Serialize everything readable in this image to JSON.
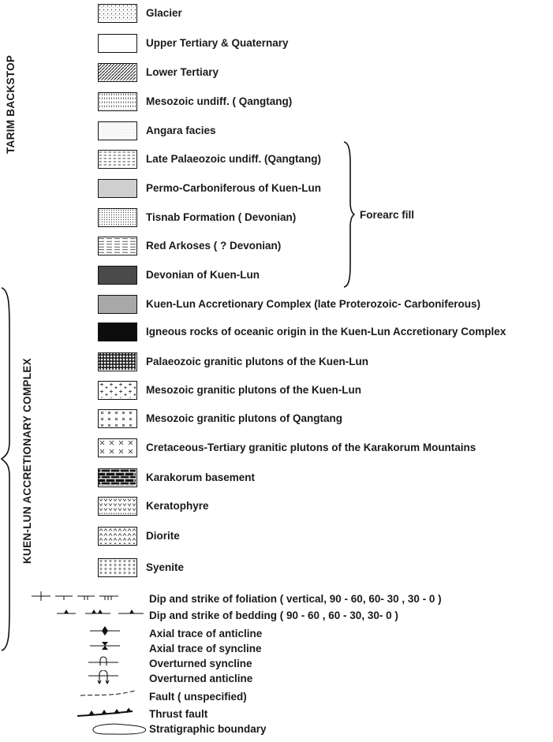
{
  "groups": {
    "tarim": "TARIM BACKSTOP",
    "kuen_lun": "KUEN-LUN ACCRETIONARY COMPLEX",
    "forearc": "Forearc fill"
  },
  "units": [
    {
      "label": "Glacier",
      "pattern": "dots-sparse"
    },
    {
      "label": "Upper Tertiary & Quaternary",
      "pattern": "blank"
    },
    {
      "label": "Lower Tertiary",
      "pattern": "diagonal"
    },
    {
      "label": "Mesozoic undiff. ( Qangtang)",
      "pattern": "vertical-dash"
    },
    {
      "label": "Angara facies",
      "pattern": "stipple-fine"
    },
    {
      "label": "Late Palaeozoic undiff. (Qangtang)",
      "pattern": "dash-rows"
    },
    {
      "label": "Permo-Carboniferous of Kuen-Lun",
      "pattern": "light-grey"
    },
    {
      "label": "Tisnab Formation ( Devonian)",
      "pattern": "dot-grid"
    },
    {
      "label": "Red Arkoses ( ? Devonian)",
      "pattern": "dash-lines"
    },
    {
      "label": "Devonian of Kuen-Lun",
      "pattern": "dark-grey"
    },
    {
      "label": "Kuen-Lun Accretionary Complex (late Proterozoic- Carboniferous)",
      "pattern": "mid-grey"
    },
    {
      "label": "Igneous rocks of oceanic origin in the Kuen-Lun  Accretionary Complex",
      "pattern": "black"
    },
    {
      "label": "Palaeozoic granitic plutons of the Kuen-Lun",
      "pattern": "cross-dense"
    },
    {
      "label": "Mesozoic granitic plutons of the Kuen-Lun",
      "pattern": "plus"
    },
    {
      "label": "Mesozoic granitic plutons of Qangtang",
      "pattern": "x-marks"
    },
    {
      "label": "Cretaceous-Tertiary granitic plutons of the Karakorum Mountains",
      "pattern": "x-large"
    },
    {
      "label": "Karakorum basement",
      "pattern": "brick"
    },
    {
      "label": "Keratophyre",
      "pattern": "v-marks"
    },
    {
      "label": "Diorite",
      "pattern": "caret"
    },
    {
      "label": "Syenite",
      "pattern": "circles"
    }
  ],
  "symbols": [
    {
      "label": "Dip and strike of foliation ( vertical, 90 - 60,  60- 30 , 30 - 0 )",
      "icon": "foliation-icon"
    },
    {
      "label": "Dip and strike of bedding ( 90 - 60 , 60 - 30, 30- 0 )",
      "icon": "bedding-icon"
    },
    {
      "label": "Axial trace of anticline",
      "icon": "anticline-icon"
    },
    {
      "label": "Axial trace of syncline",
      "icon": "syncline-icon"
    },
    {
      "label": "Overturned syncline",
      "icon": "overturned-syncline-icon"
    },
    {
      "label": "Overturned anticline",
      "icon": "overturned-anticline-icon"
    },
    {
      "label": "Fault ( unspecified)",
      "icon": "fault-icon"
    },
    {
      "label": "Thrust fault",
      "icon": "thrust-fault-icon"
    },
    {
      "label": "Stratigraphic boundary",
      "icon": "boundary-icon"
    }
  ]
}
